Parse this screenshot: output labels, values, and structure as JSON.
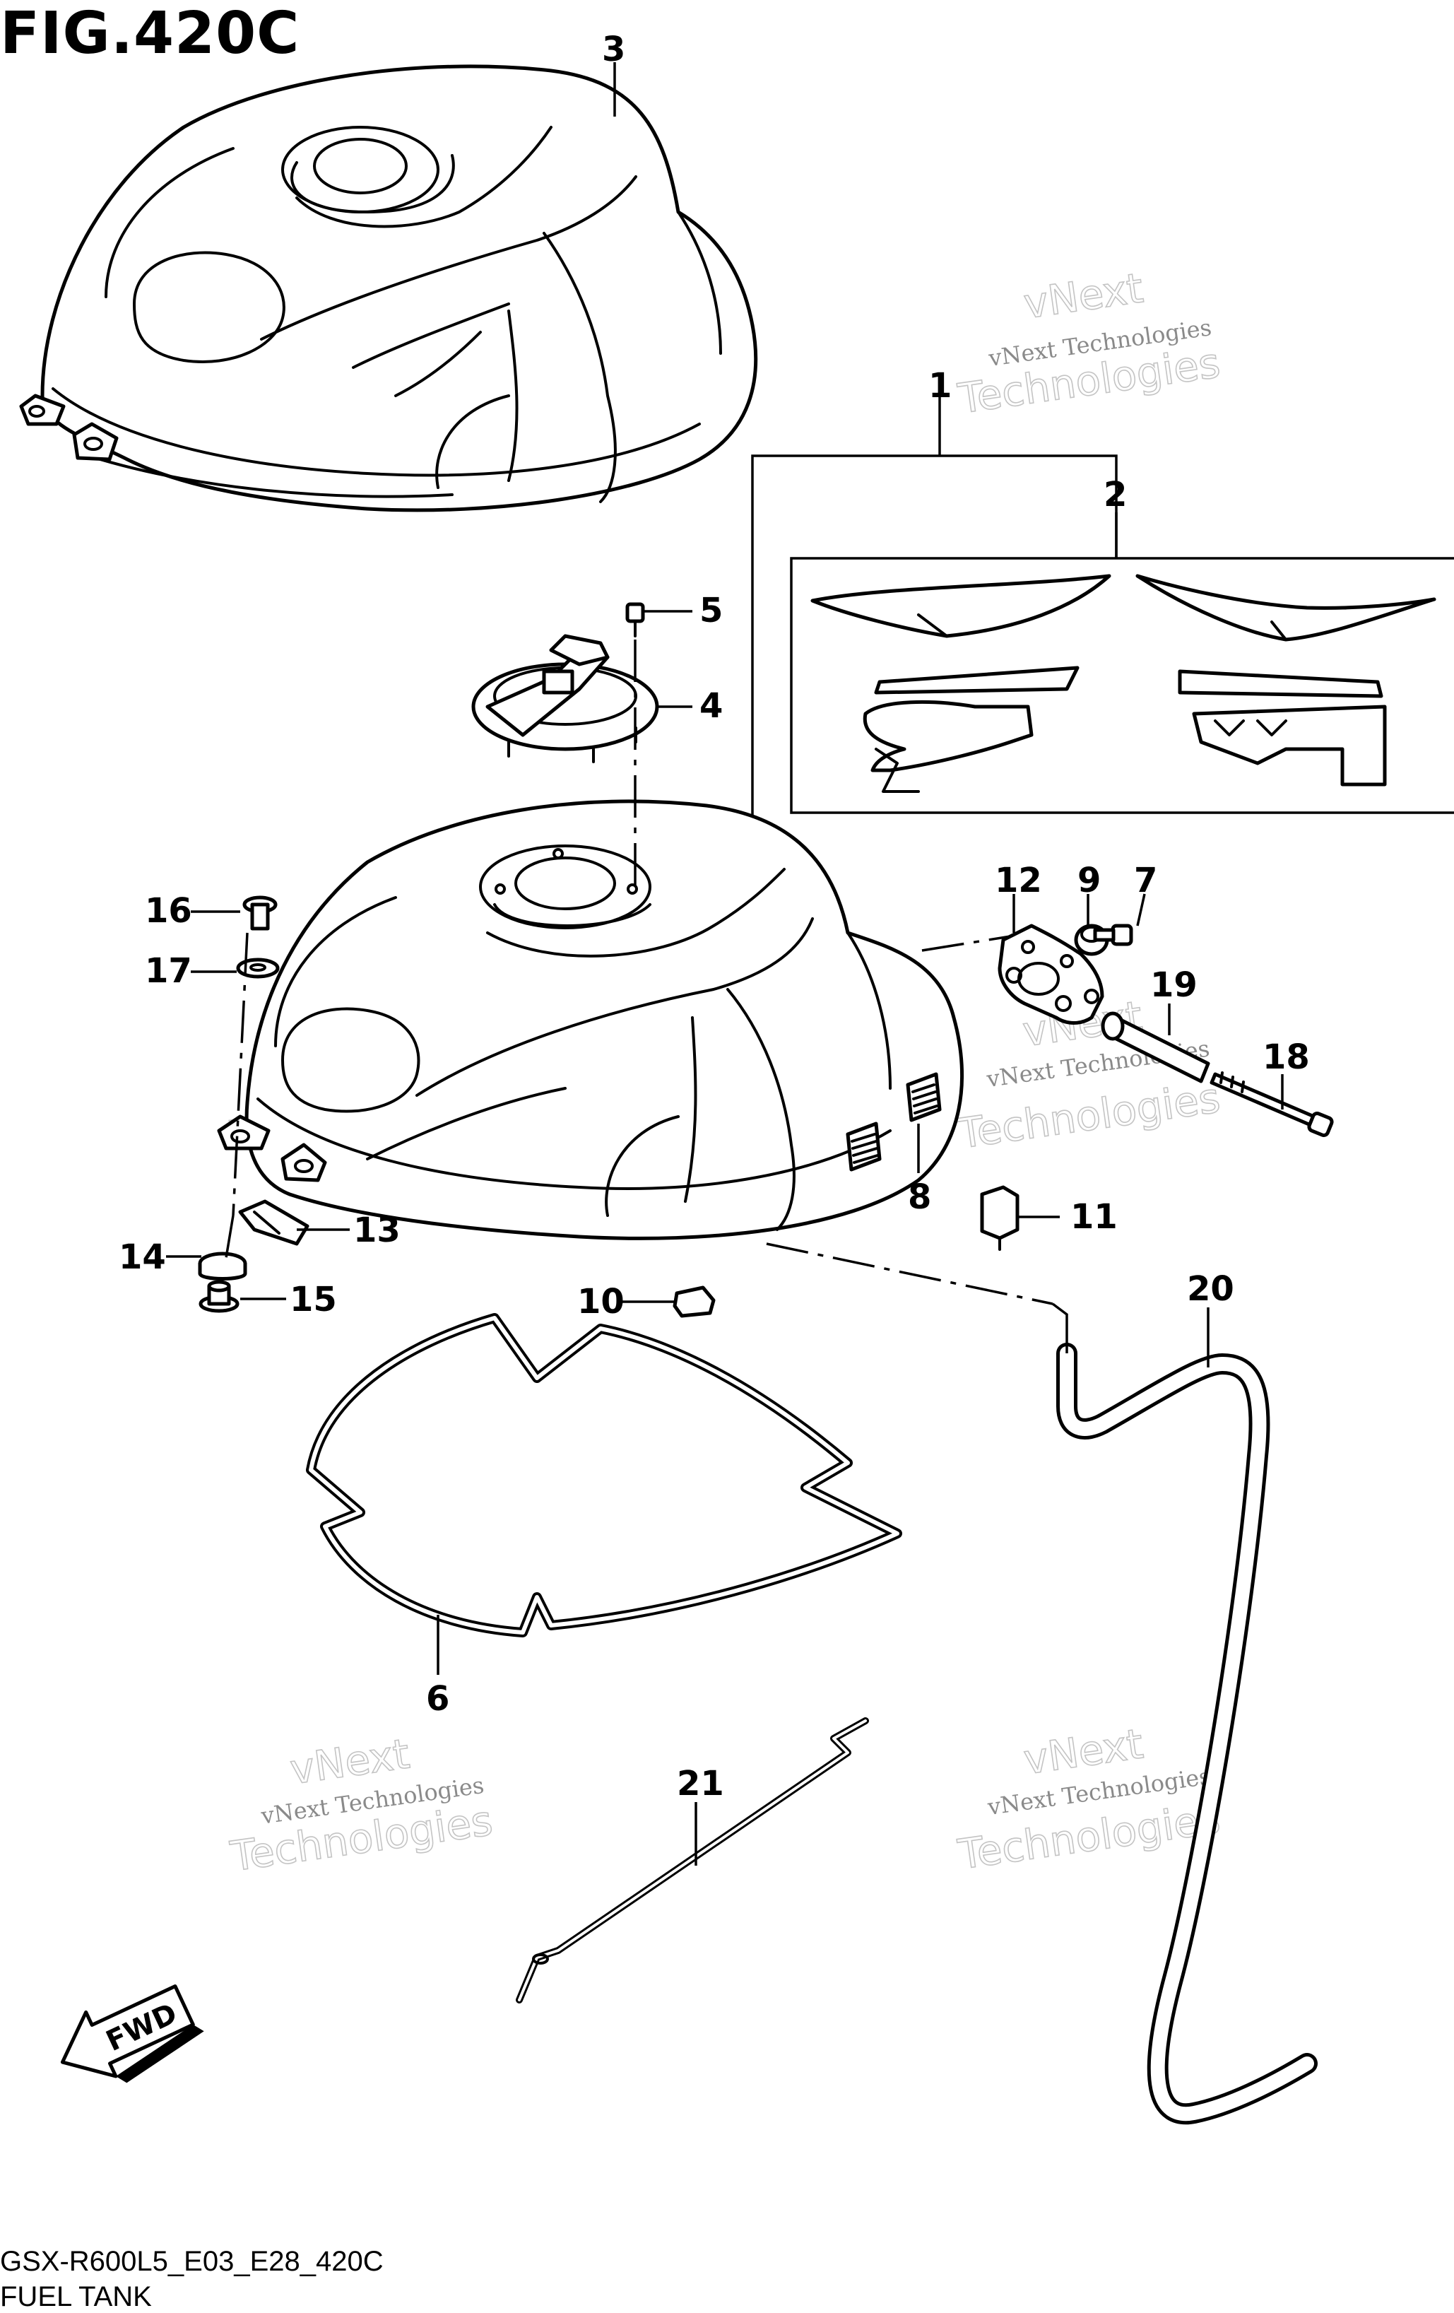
{
  "figure": {
    "title": "FIG.420C",
    "model_code": "GSX-R600L5_E03_E28_420C",
    "subtitle": "FUEL TANK"
  },
  "watermark": {
    "line1": "vNext Technologies",
    "line2": "Technologies",
    "line3": "vNext"
  },
  "direction_label": "FWD",
  "callouts": [
    "1",
    "2",
    "3",
    "4",
    "5",
    "6",
    "7",
    "8",
    "9",
    "10",
    "11",
    "12",
    "13",
    "14",
    "15",
    "16",
    "17",
    "18",
    "19",
    "20",
    "21"
  ]
}
